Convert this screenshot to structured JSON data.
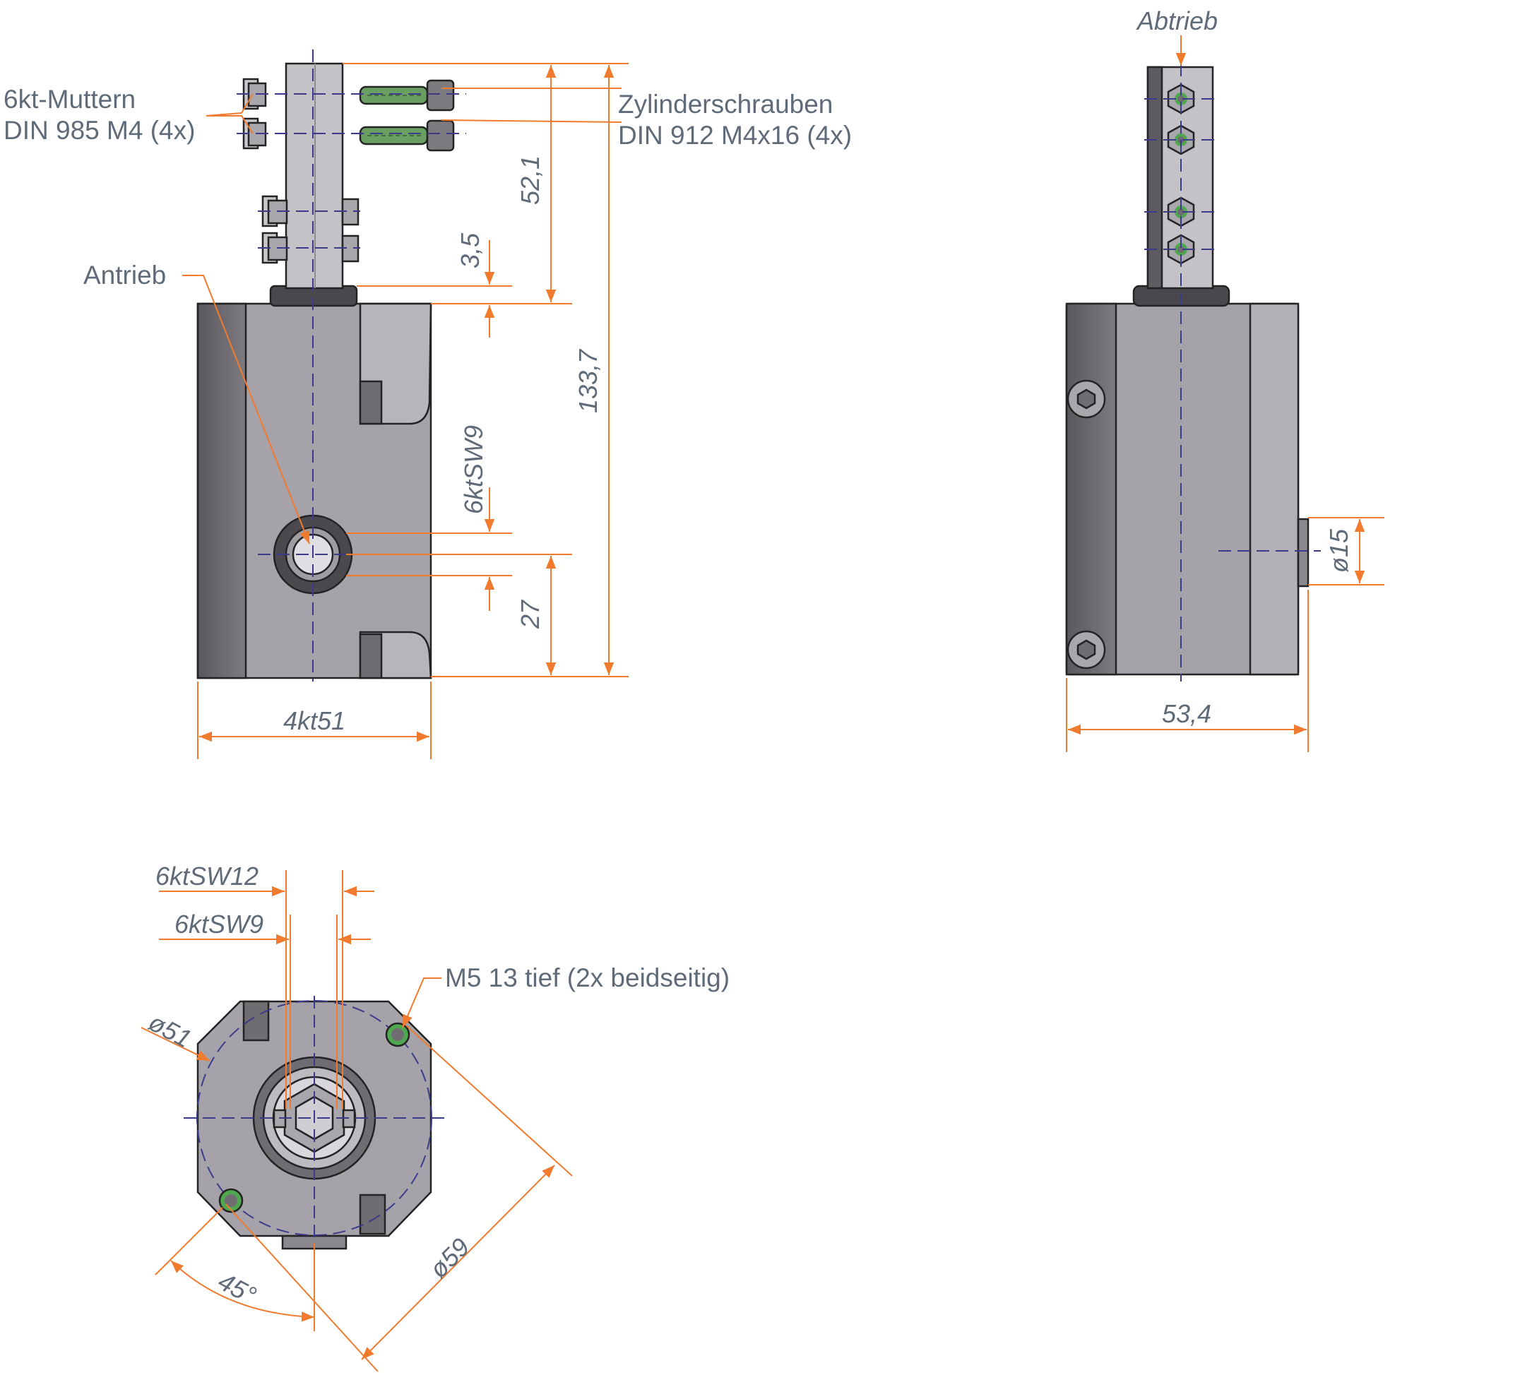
{
  "labels": {
    "nuts_line1": "6kt-Muttern",
    "nuts_line2": "DIN 985 M4 (4x)",
    "screws_line1": "Zylinderschrauben",
    "screws_line2": "DIN 912 M4x16 (4x)",
    "antrieb": "Antrieb",
    "abtrieb": "Abtrieb",
    "thread": "M5 13 tief (2x beidseitig)"
  },
  "dimensions": {
    "d52_1": "52,1",
    "d3_5": "3,5",
    "d133_7": "133,7",
    "d6ktsw9_front": "6ktSW9",
    "d27": "27",
    "d4kt51": "4kt51",
    "d53_4": "53,4",
    "d15": "ø15",
    "d6ktsw12": "6ktSW12",
    "d6ktsw9_bottom": "6ktSW9",
    "d51": "ø51",
    "d59": "ø59",
    "d45": "45°"
  },
  "colors": {
    "dimension": "#f07a2e",
    "centerline": "#3b3b8a",
    "body": "#a4a0a8",
    "body_dark": "#6e6c70",
    "shaft": "#c2c0c4",
    "thread_ring": "#4fa84f",
    "text": "#5f6b78"
  }
}
